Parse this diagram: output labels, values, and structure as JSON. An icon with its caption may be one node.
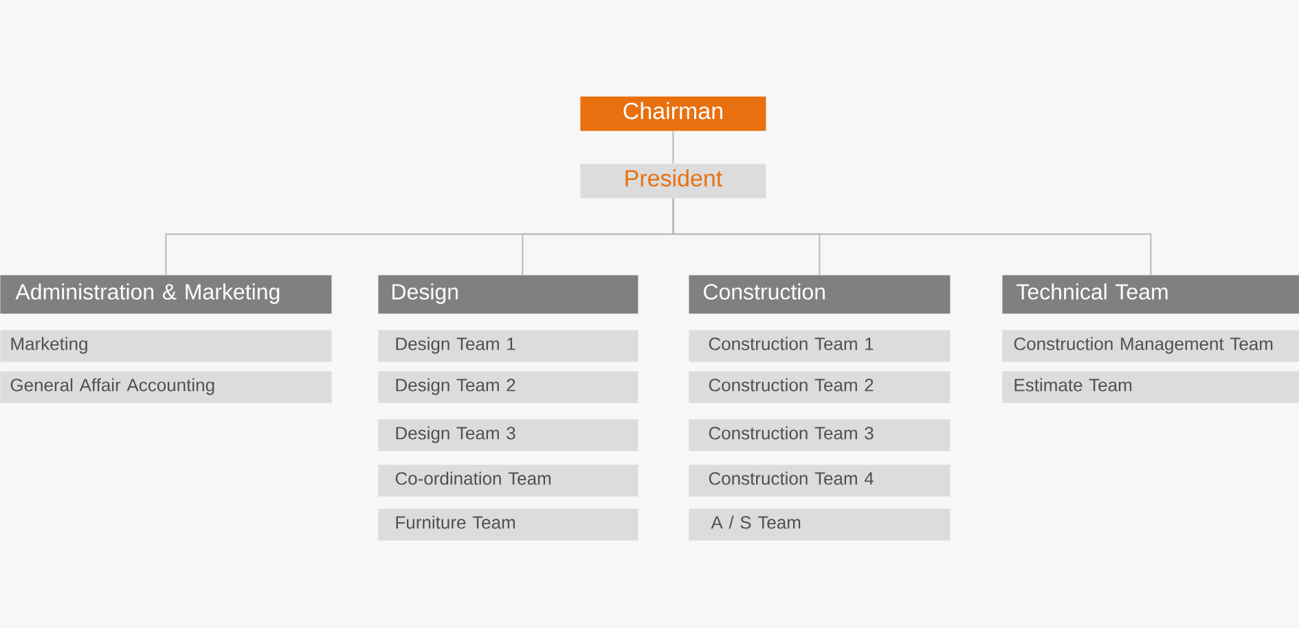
{
  "diagram": {
    "nodes": [
      {
        "text": [
          "Chairman"
        ]
      },
      {
        "text": [
          "President"
        ]
      },
      {
        "text": [
          "Administration & Marketing"
        ]
      },
      {
        "text": [
          "Marketing"
        ]
      },
      {
        "text": [
          "General Affair Accounting"
        ]
      },
      {
        "text": [
          "Design"
        ]
      },
      {
        "text": [
          "Design Team 1"
        ]
      },
      {
        "text": [
          "Design Team 2"
        ]
      },
      {
        "text": [
          "Design Team 3"
        ]
      },
      {
        "text": [
          "Co-ordination Team"
        ]
      },
      {
        "text": [
          "Furniture Team"
        ]
      },
      {
        "text": [
          "Construction"
        ]
      },
      {
        "text": [
          "Construction Team 1"
        ]
      },
      {
        "text": [
          "Construction Team 2"
        ]
      },
      {
        "text": [
          "Construction Team 3"
        ]
      },
      {
        "text": [
          "Construction Team 4"
        ]
      },
      {
        "text": [
          "A / S Team"
        ]
      },
      {
        "text": [
          "Technical Team"
        ]
      },
      {
        "text": [
          "Construction Management Team"
        ]
      },
      {
        "text": [
          "Estimate Team"
        ]
      }
    ],
    "edges": [
      {
        "from": 0,
        "to": 1,
        "arrow": "none"
      },
      {
        "from": 1,
        "to": 2,
        "arrow": "none"
      },
      {
        "from": 1,
        "to": 5,
        "arrow": "none"
      },
      {
        "from": 1,
        "to": 11,
        "arrow": "none"
      },
      {
        "from": 1,
        "to": 17,
        "arrow": "none"
      }
    ]
  }
}
